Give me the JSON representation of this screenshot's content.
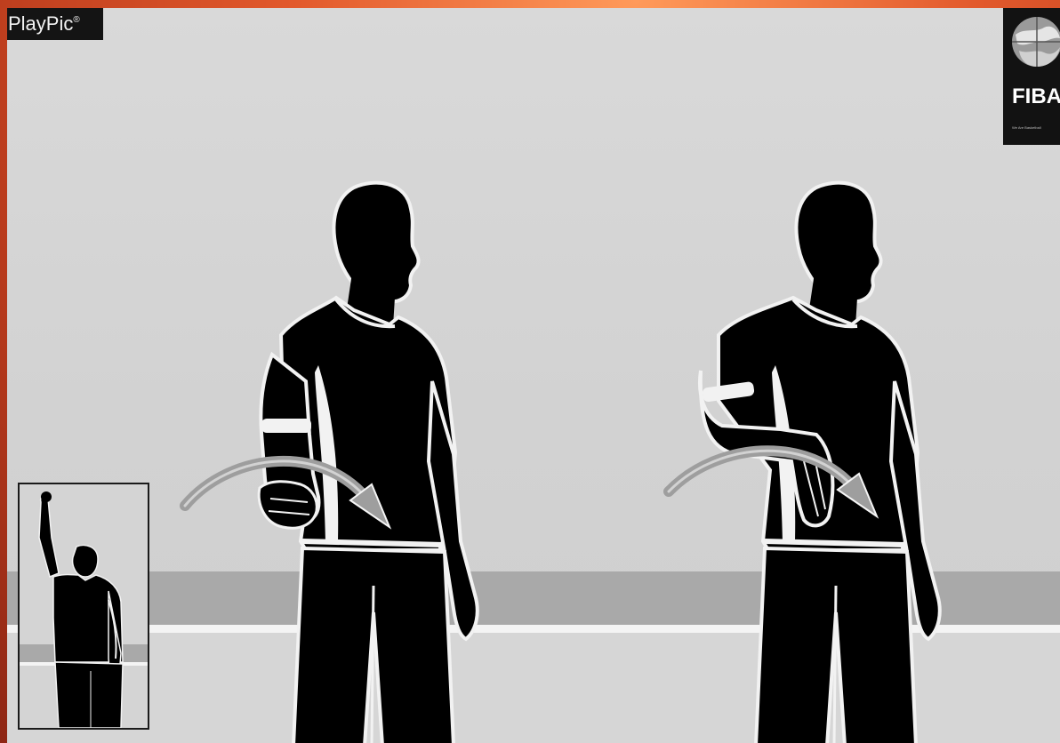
{
  "brand": {
    "name": "PlayPic",
    "mark": "®"
  },
  "logo": {
    "text": "FIBA",
    "tagline": "We Are Basketball",
    "icon": "globe-basketball-icon"
  },
  "scene": {
    "figures": [
      "referee-left",
      "referee-right",
      "inset-referee"
    ],
    "arrow_icon": "curved-arrow-icon",
    "colors": {
      "background": "#d9d9d9",
      "silhouette": "#000000",
      "arrow": "#9e9e9e",
      "frame": "#d2532a"
    }
  }
}
